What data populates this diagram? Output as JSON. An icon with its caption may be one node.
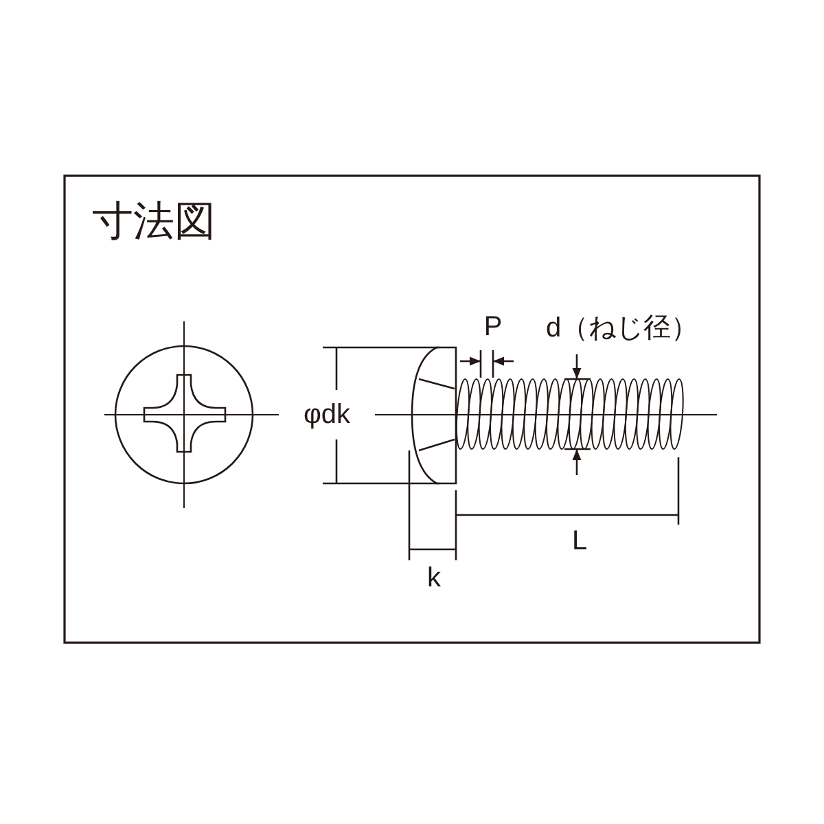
{
  "diagram": {
    "title": "寸法図",
    "labels": [
      "P",
      "d（ねじ径）",
      "φdk",
      "k",
      "L"
    ]
  }
}
